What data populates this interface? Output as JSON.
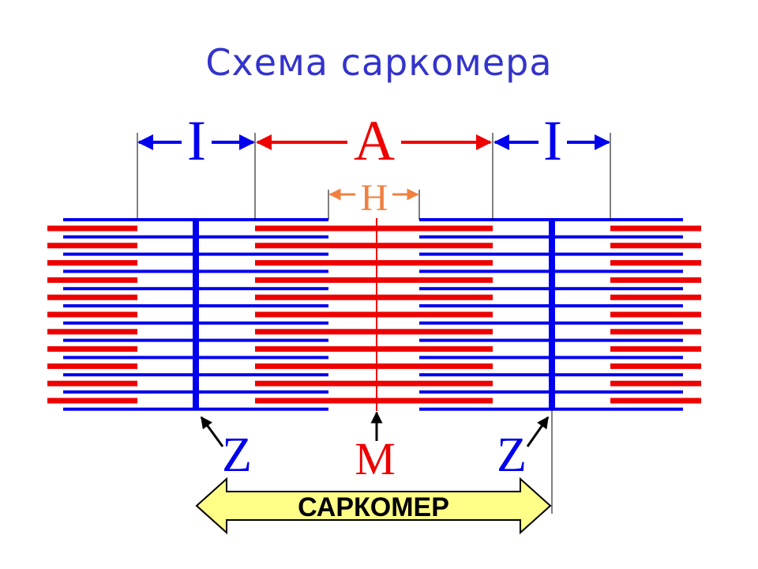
{
  "title": "Схема саркомера",
  "labels": {
    "i_band_left": "I",
    "a_band": "A",
    "i_band_right": "I",
    "h_zone": "H",
    "z_line_left": "Z",
    "m_line": "M",
    "z_line_right": "Z",
    "sarcomere": "САРКОМЕР"
  },
  "colors": {
    "actin": "#0000ee",
    "myosin": "#ee0000",
    "h_zone": "#f08040",
    "title": "#3333cc",
    "sarcomere_fill": "#ffff88"
  }
}
